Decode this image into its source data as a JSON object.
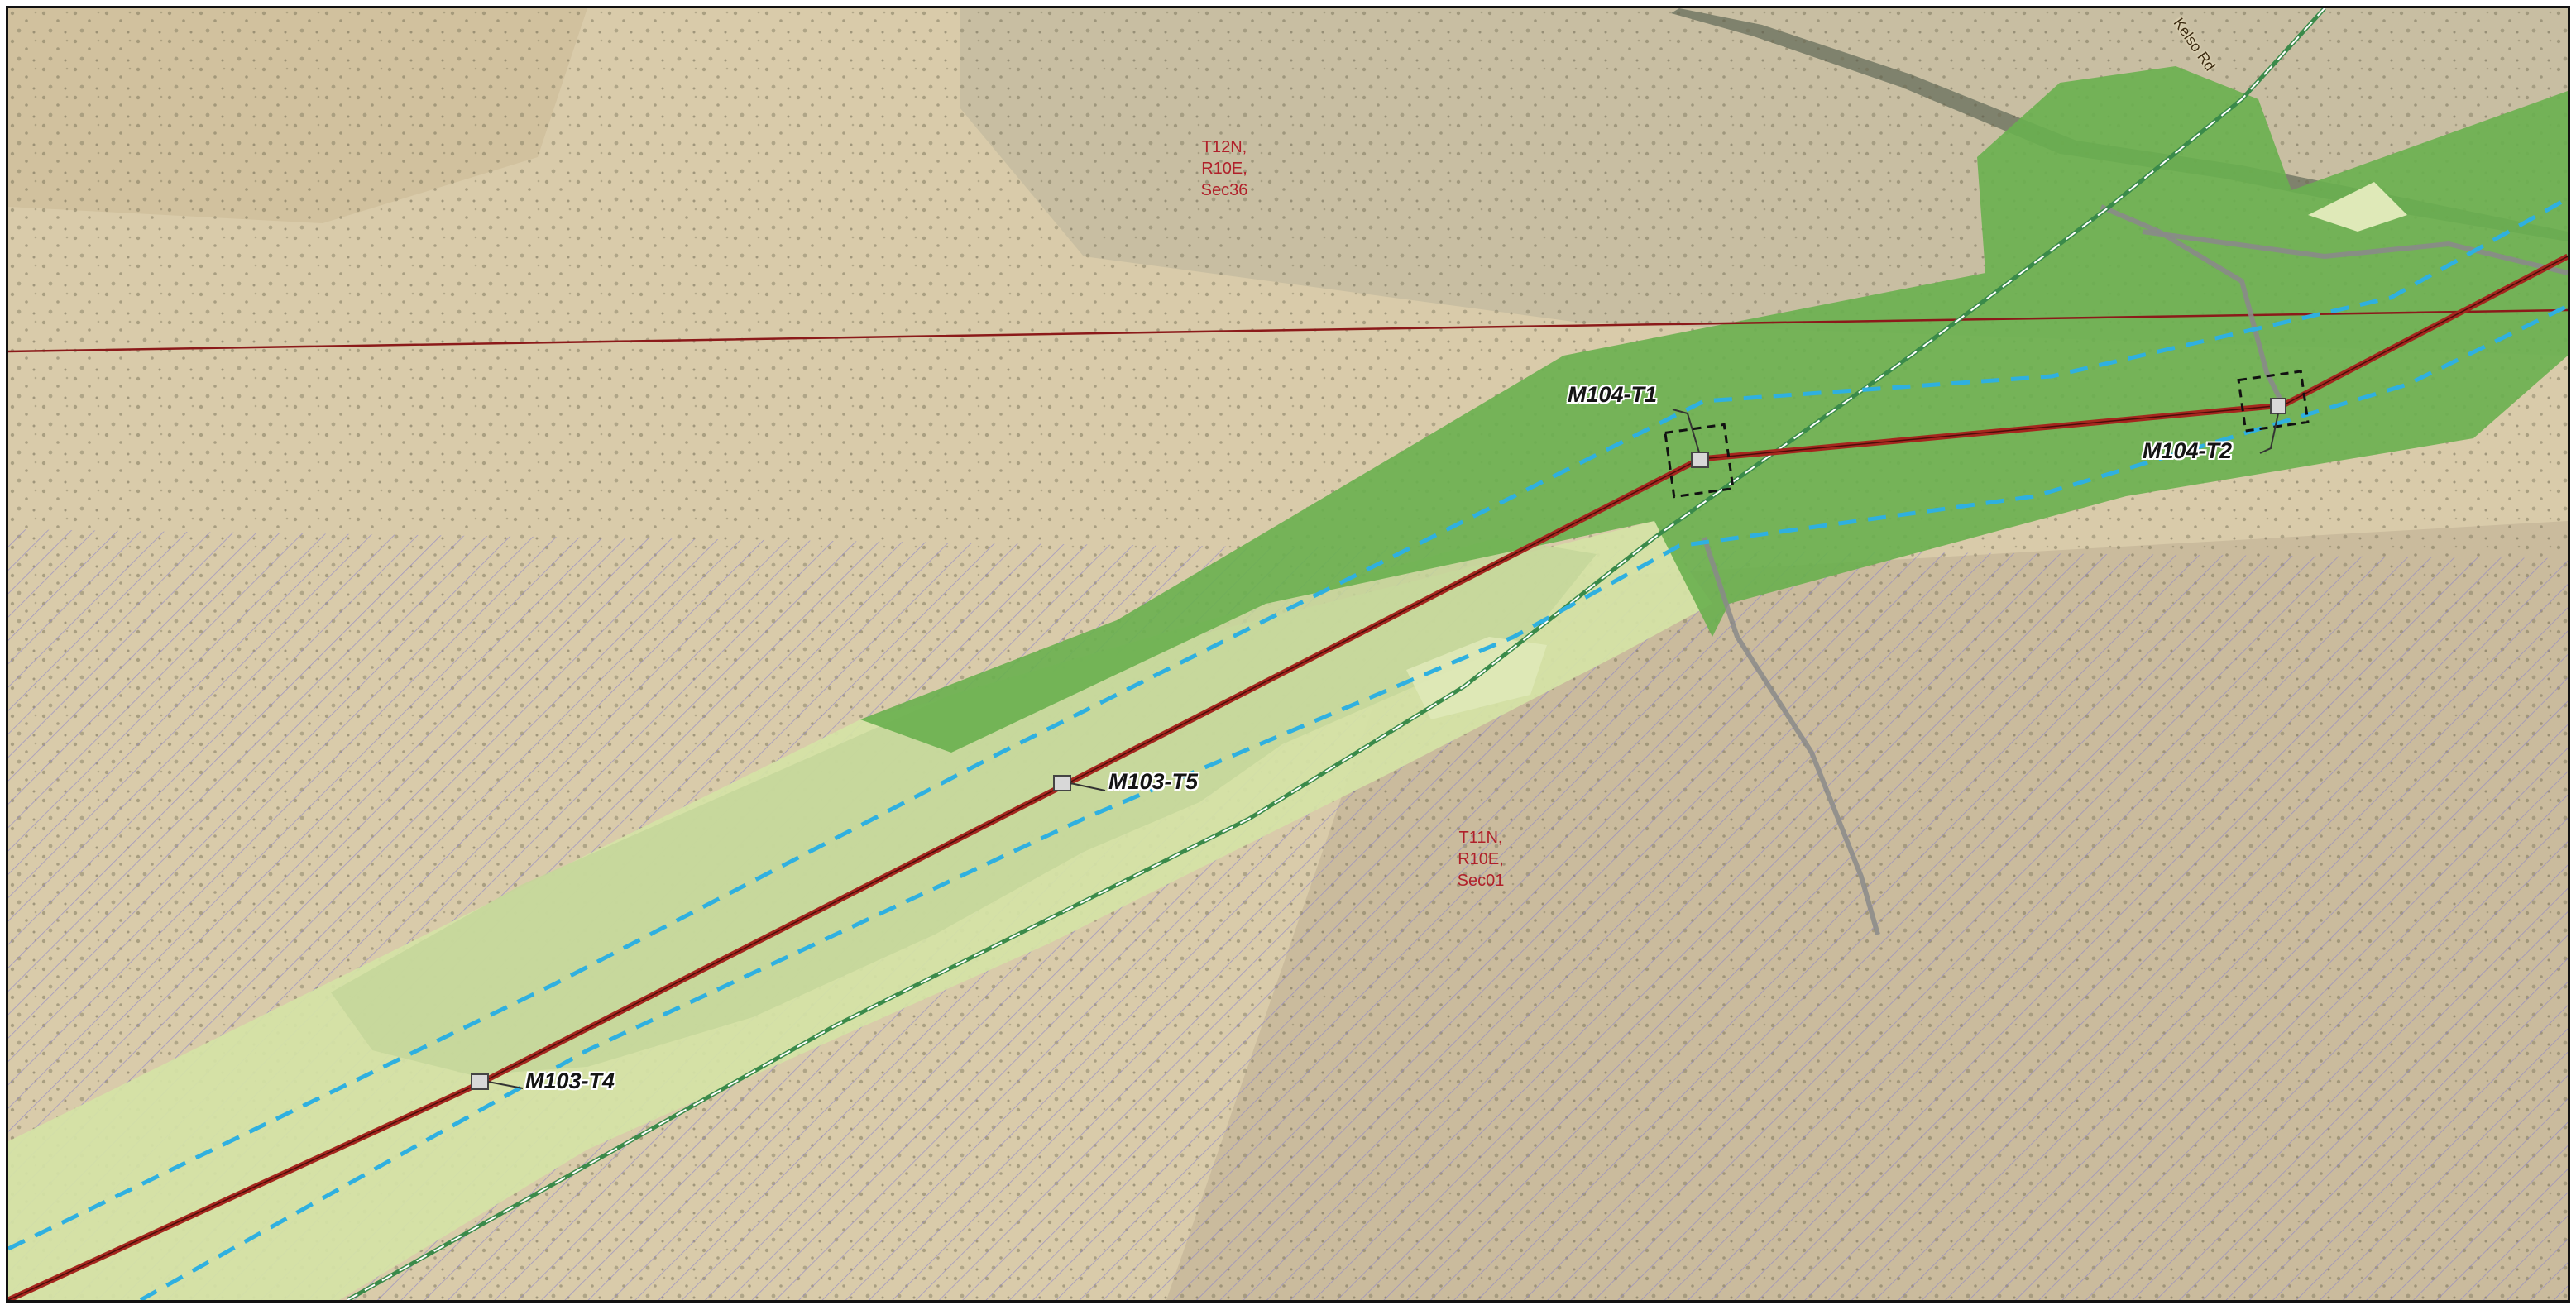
{
  "map": {
    "section_labels": [
      {
        "id": "t12n-r10e-sec36",
        "lines": [
          "T12N,",
          "R10E,",
          "Sec36"
        ]
      },
      {
        "id": "t11n-r10e-sec01",
        "lines": [
          "T11N,",
          "R10E,",
          "Sec01"
        ]
      }
    ],
    "road_label": "Kelso Rd",
    "towers": [
      {
        "id": "m104-t1",
        "label": "M104-T1"
      },
      {
        "id": "m104-t2",
        "label": "M104-T2"
      },
      {
        "id": "m103-t5",
        "label": "M103-T5"
      },
      {
        "id": "m103-t4",
        "label": "M103-T4"
      }
    ],
    "colors": {
      "desert_light": "#d9cbaa",
      "desert_dark": "#b9a988",
      "hatch_lines": "#8f86c8",
      "corridor_light": "#d5e3a6",
      "corridor_dark_green": "#69b04f",
      "wash_zone": "#c4d69a",
      "transmission_line": "#a5261e",
      "centerline_cyan": "#2fb0e0",
      "access_road_green": "#3a8a4a",
      "section_line": "#8b1a1a",
      "road_gray": "#8a8a8a",
      "label_red": "#b0202a"
    }
  }
}
